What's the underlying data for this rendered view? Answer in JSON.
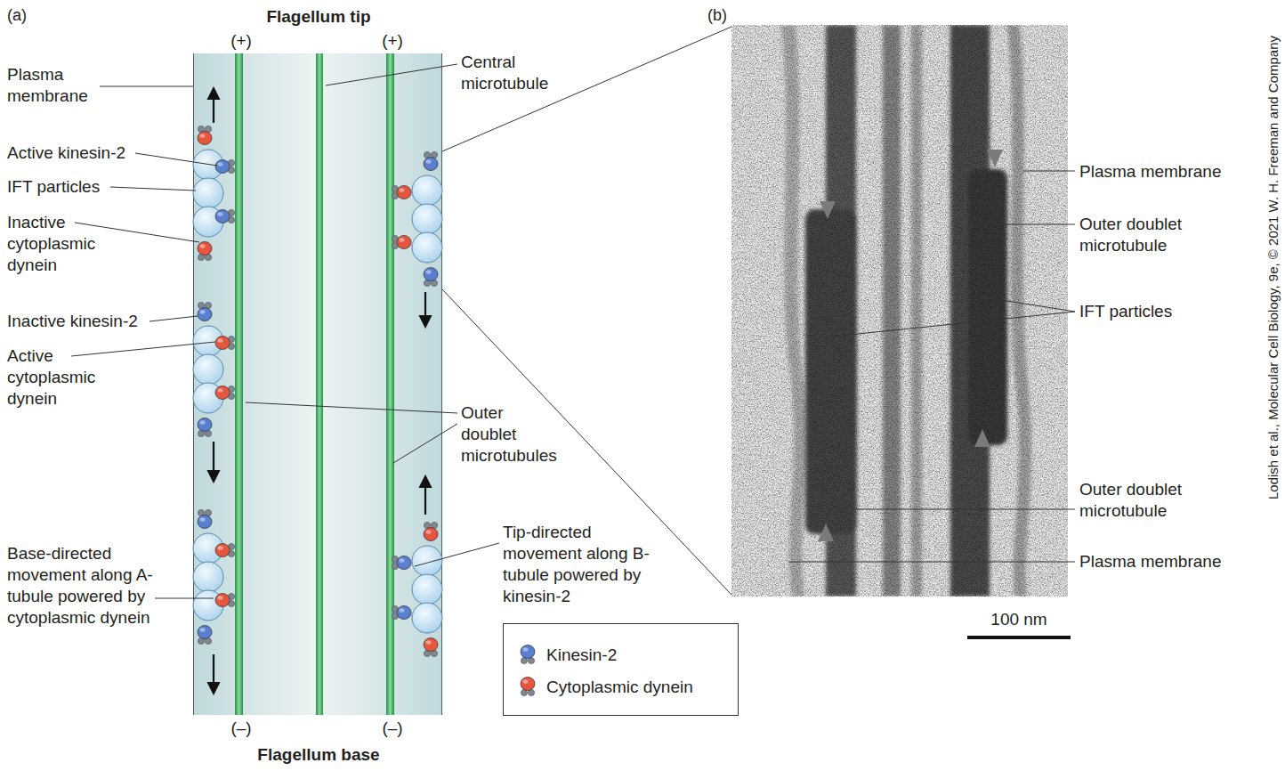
{
  "diagram": {
    "labels": [
      "(a)",
      "Flagellum tip",
      "(+)",
      "(+)",
      "Plasma membrane",
      "Central microtubule",
      "Active kinesin-2",
      "IFT particles",
      "Inactive cytoplasmic dynein",
      "Inactive kinesin-2",
      "Active cytoplasmic dynein",
      "Outer doublet microtubules",
      "Base-directed movement along A-tubule powered by cytoplasmic dynein",
      "Tip-directed movement along B-tubule powered by kinesin-2",
      "(–)",
      "(–)",
      "Flagellum base",
      "(b)",
      "Plasma membrane",
      "Outer doublet microtubule",
      "IFT particles",
      "Outer doublet microtubule",
      "Plasma membrane",
      "100 nm",
      "Lodish et al., Molecular Cell Biology, 9e, © 2021 W. H. Freeman and Company"
    ],
    "legend": [
      {
        "text": "Kinesin-2",
        "color": "#5a7fd0"
      },
      {
        "text": "Cytoplasmic dynein",
        "color": "#e8553f"
      }
    ]
  }
}
